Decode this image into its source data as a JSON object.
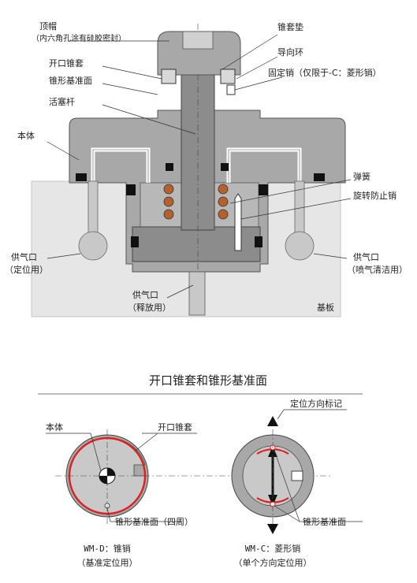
{
  "labels": {
    "cap": "顶帽",
    "cap_note": "（内六角孔涂有硅胶密封）",
    "cone_pad": "锥套垫",
    "guide_ring": "导向环",
    "open_cone": "开口锥套",
    "fixed_pin": "固定销（仅限于-C：菱形销）",
    "cone_ref": "锥形基准面",
    "piston_rod": "活塞杆",
    "body": "本体",
    "spring": "弹簧",
    "anti_rot_pin": "旋转防止销",
    "air_port_left": "供气口",
    "air_port_left_note": "（定位用）",
    "air_port_right": "供气口",
    "air_port_right_note": "（喷气清洁用）",
    "air_port_bottom": "供气口",
    "air_port_bottom_note": "（释放用）",
    "base_plate": "基板"
  },
  "section_title": "开口锥套和锥形基准面",
  "lower": {
    "body": "本体",
    "open_cone": "开口锥套",
    "dir_mark": "定位方向标记",
    "cone_ref_all": "锥形基准面（四周）",
    "cone_ref": "锥形基准面",
    "left_caption_1": "WM-D：锥销",
    "left_caption_2": "（基准定位用）",
    "right_caption_1": "WM-C：菱形销",
    "right_caption_2": "（单个方向定位用）"
  },
  "colors": {
    "body_fill": "#a8a8a8",
    "dark_fill": "#8c8c8c",
    "base_fill": "#e6e6e6",
    "spring": "#b5602f",
    "red": "#e02020",
    "seal": "#111111"
  }
}
